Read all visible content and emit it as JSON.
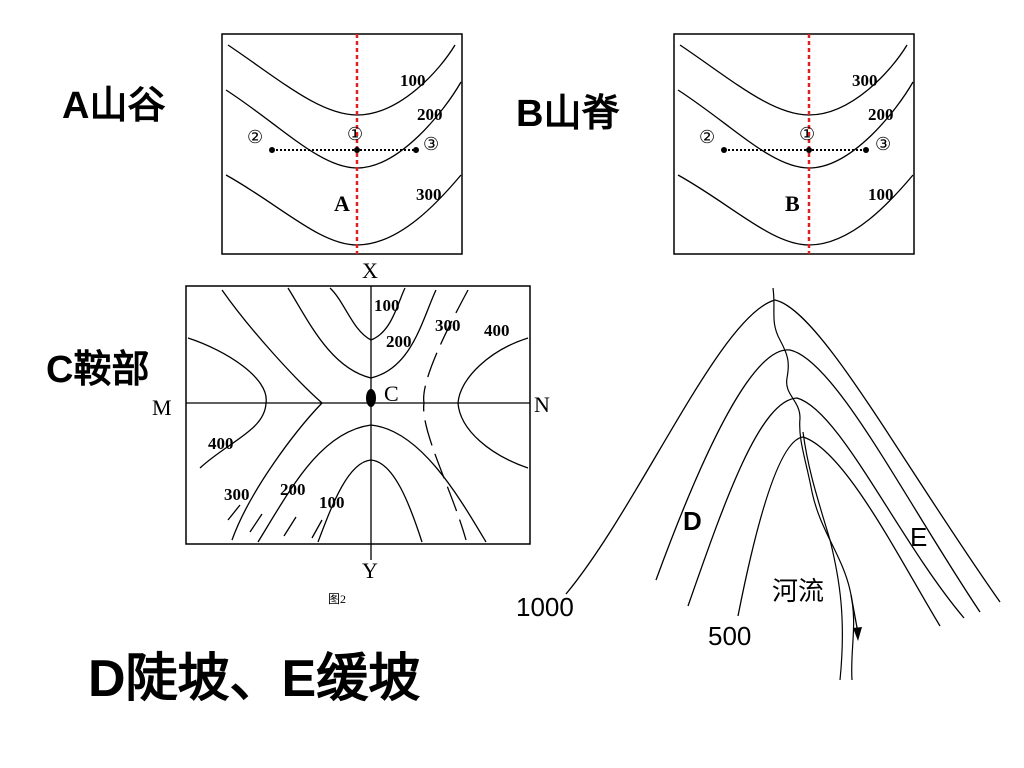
{
  "panel_a": {
    "title": "A山谷",
    "contours": [
      "100",
      "200",
      "300"
    ],
    "point_1": "①",
    "point_2": "②",
    "point_3": "③",
    "letter": "A"
  },
  "panel_b": {
    "title": "B山脊",
    "contours": [
      "300",
      "200",
      "100"
    ],
    "point_1": "①",
    "point_2": "②",
    "point_3": "③",
    "letter": "B"
  },
  "panel_c": {
    "title": "C鞍部",
    "axis_top": "X",
    "axis_bottom": "Y",
    "axis_left": "M",
    "axis_right": "N",
    "point": "C",
    "upper_contours": [
      "100",
      "200",
      "300",
      "400"
    ],
    "lower_contours": [
      "400",
      "300",
      "200",
      "100"
    ],
    "caption": "图2"
  },
  "panel_d": {
    "label_d": "D",
    "label_e": "E",
    "river": "河流",
    "contour_1000": "1000",
    "contour_500": "500"
  },
  "bottom_title": "D陡坡、E缓坡",
  "colors": {
    "divide_line": "#e02020",
    "line": "#000000"
  }
}
